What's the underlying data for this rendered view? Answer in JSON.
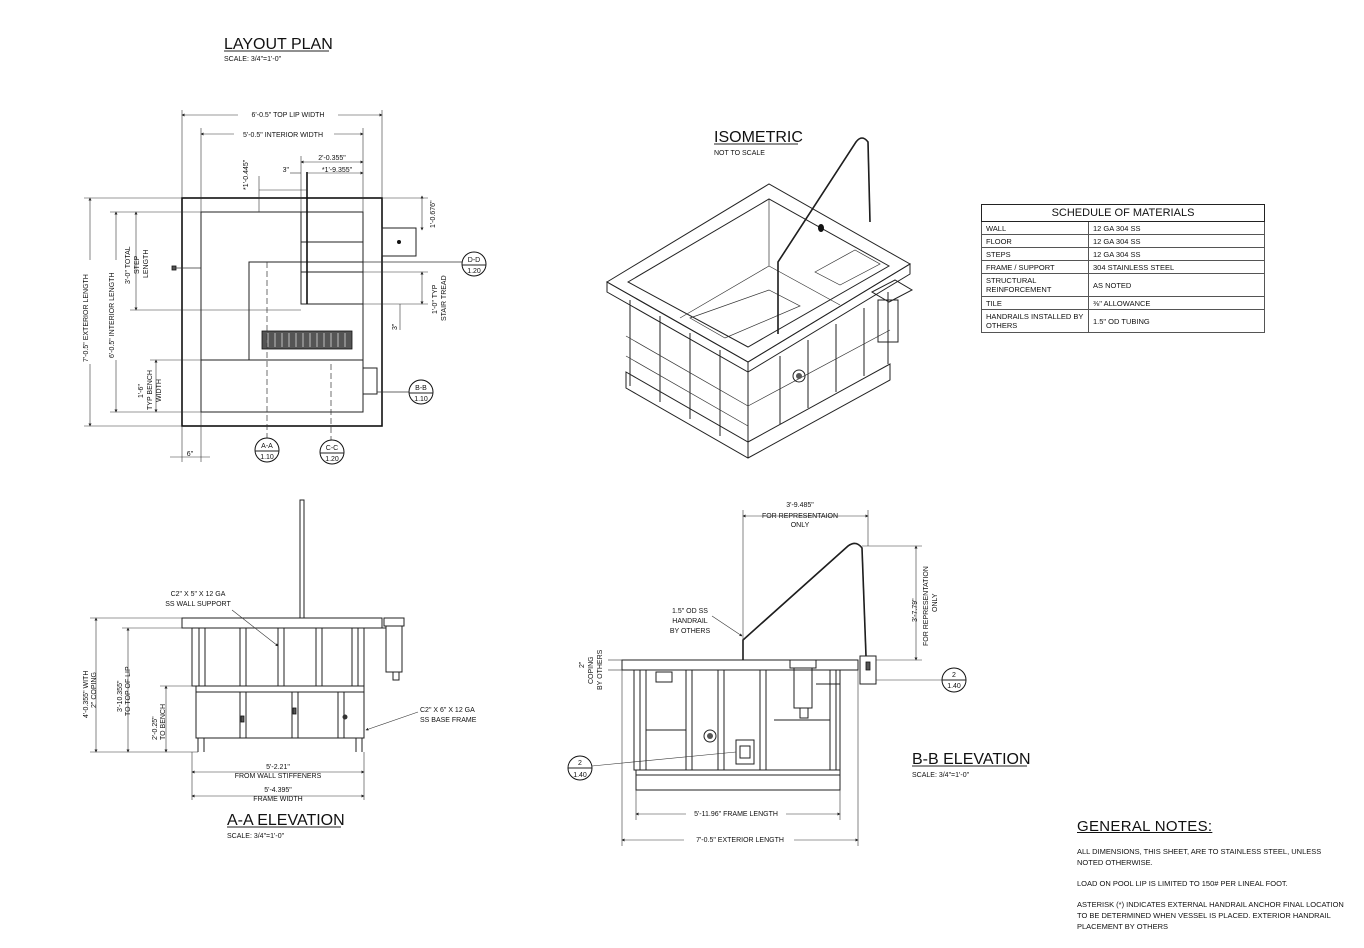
{
  "views": {
    "layout": {
      "title": "LAYOUT PLAN",
      "scale": "SCALE: 3/4\"=1'-0\""
    },
    "isometric": {
      "title": "ISOMETRIC",
      "scale": "NOT TO SCALE"
    },
    "aa": {
      "title": "A-A ELEVATION",
      "scale": "SCALE: 3/4\"=1'-0\""
    },
    "bb": {
      "title": "B-B ELEVATION",
      "scale": "SCALE: 3/4\"=1'-0\""
    }
  },
  "layout_dims": {
    "top_lip": "6'-0.5\" TOP LIP WIDTH",
    "interior_width": "5'-0.5\" INTERIOR WIDTH",
    "d1": "2'-0.355\"",
    "d2": "3\"",
    "d3": "*1'-9.355\"",
    "d4": "*1'-0.445\"",
    "d5": "1'-0.676\"",
    "exterior_length": "7'-0.5\" EXTERIOR LENGTH",
    "interior_length": "6'-0.5\" INTERIOR LENGTH",
    "step_length": [
      "3'-0\" TOTAL",
      "STEP",
      "LENGTH"
    ],
    "bench": [
      "1'-6\"",
      "TYP BENCH",
      "WIDTH"
    ],
    "stair": [
      "1'-0\" TYP",
      "STAIR TREAD"
    ],
    "d6": "3\"",
    "d7": "6\""
  },
  "section_tags": [
    {
      "letter": "D-D",
      "sheet": "1.20"
    },
    {
      "letter": "B-B",
      "sheet": "1.10"
    },
    {
      "letter": "A-A",
      "sheet": "1.10"
    },
    {
      "letter": "C-C",
      "sheet": "1.20"
    },
    {
      "letter": "2",
      "sheet": "1.40"
    },
    {
      "letter": "2",
      "sheet": "1.40"
    }
  ],
  "aa_dims": {
    "wall_support": [
      "C2\" X 5\" X 12 GA",
      "SS WALL SUPPORT"
    ],
    "base_frame": [
      "C2\" X 6\" X 12 GA",
      "SS BASE FRAME"
    ],
    "h1": [
      "4'-0.355\" WITH",
      "2\" COPING"
    ],
    "h2": [
      "3'-10.355\"",
      "TO TOP OF LIP"
    ],
    "h3": [
      "2'-0.25\"",
      "TO BENCH"
    ],
    "w1": [
      "5'-2.21\"",
      "FROM WALL STIFFENERS"
    ],
    "w2": [
      "5'-4.395\"",
      "FRAME WIDTH"
    ]
  },
  "bb_dims": {
    "top": [
      "3'-9.485\"",
      "FOR REPRESENTAION",
      "ONLY"
    ],
    "handrail": [
      "1.5\" OD SS",
      "HANDRAIL",
      "BY  OTHERS"
    ],
    "coping": [
      "2\"",
      "COPING",
      "BY OTHERS"
    ],
    "right": [
      "3'-7.79\"",
      "FOR REPRESENTATION",
      "ONLY"
    ],
    "frame_length": "5'-11.96\" FRAME LENGTH",
    "exterior_length": "7'-0.5\" EXTERIOR LENGTH"
  },
  "schedule": {
    "title": "SCHEDULE OF MATERIALS",
    "rows": [
      {
        "item": "WALL",
        "material": "12 GA 304 SS"
      },
      {
        "item": "FLOOR",
        "material": "12 GA 304 SS"
      },
      {
        "item": "STEPS",
        "material": "12 GA 304 SS"
      },
      {
        "item": "FRAME / SUPPORT",
        "material": "304 STAINLESS STEEL"
      },
      {
        "item": "STRUCTURAL REINFORCEMENT",
        "material": "AS NOTED"
      },
      {
        "item": "TILE",
        "material": "⅜\" ALLOWANCE"
      },
      {
        "item": "HANDRAILS INSTALLED BY OTHERS",
        "material": "1.5\" OD TUBING"
      }
    ]
  },
  "notes": {
    "title": "GENERAL NOTES:",
    "items": [
      "ALL DIMENSIONS, THIS SHEET, ARE TO STAINLESS STEEL, UNLESS NOTED OTHERWISE.",
      "LOAD ON POOL LIP IS LIMITED TO 150# PER LINEAL FOOT.",
      "ASTERISK (*) INDICATES EXTERNAL HANDRAIL ANCHOR FINAL LOCATION  TO BE DETERMINED WHEN VESSEL IS PLACED.  EXTERIOR HANDRAIL PLACEMENT BY OTHERS"
    ]
  }
}
